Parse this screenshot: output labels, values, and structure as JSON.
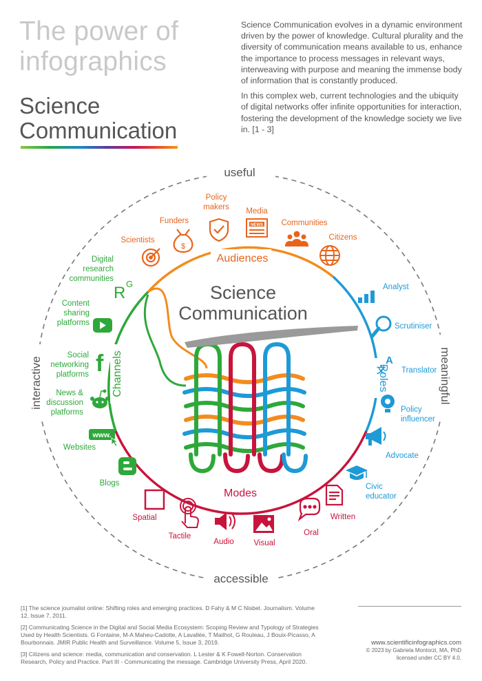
{
  "title": "The power of infographics",
  "subtitle": "Science Communication",
  "intro": [
    "Science Communication evolves in a dynamic environment driven by the power of knowledge. Cultural plurality and the diversity of communication means available to us, enhance the importance to process messages in relevant ways, interweaving with purpose and meaning the immense body of information that is constantly produced.",
    "In this complex web, current technologies and the ubiquity of digital networks offer infinite opportunities for interaction, fostering the development of the knowledge society we live in. [1 - 3]"
  ],
  "center": {
    "line1": "Science",
    "line2": "Communication"
  },
  "outer_words": {
    "top": "useful",
    "right": "meaningful",
    "bottom": "accessible",
    "left": "interactive"
  },
  "arcs": {
    "audiences": "Audiences",
    "roles": "Roles",
    "modes": "Modes",
    "channels": "Channels"
  },
  "audiences": [
    {
      "label": "Scientists",
      "icon": "target-icon"
    },
    {
      "label": "Funders",
      "icon": "money-bag-icon"
    },
    {
      "label": "Policy makers",
      "icon": "shield-check-icon"
    },
    {
      "label": "Media",
      "icon": "newspaper-icon"
    },
    {
      "label": "Communities",
      "icon": "people-group-icon"
    },
    {
      "label": "Citizens",
      "icon": "globe-icon"
    }
  ],
  "roles": [
    {
      "label": "Analyst",
      "icon": "bar-chart-icon"
    },
    {
      "label": "Scrutiniser",
      "icon": "magnifier-icon"
    },
    {
      "label": "Translator",
      "icon": "translate-icon"
    },
    {
      "label": "Policy influencer",
      "icon": "lightbulb-gear-icon"
    },
    {
      "label": "Advocate",
      "icon": "megaphone-icon"
    },
    {
      "label": "Civic educator",
      "icon": "graduation-cap-icon"
    }
  ],
  "modes": [
    {
      "label": "Spatial",
      "icon": "square-icon"
    },
    {
      "label": "Tactile",
      "icon": "touch-hand-icon"
    },
    {
      "label": "Audio",
      "icon": "speaker-icon"
    },
    {
      "label": "Visual",
      "icon": "image-icon"
    },
    {
      "label": "Oral",
      "icon": "speech-bubble-icon"
    },
    {
      "label": "Written",
      "icon": "document-icon"
    }
  ],
  "channels": [
    {
      "label": "Digital research communities",
      "icon": "researchgate-icon",
      "glyph": "R",
      "glyph_sup": "G"
    },
    {
      "label": "Content sharing platforms",
      "icon": "video-play-icon"
    },
    {
      "label": "Social networking platforms",
      "icon": "facebook-icon",
      "glyph": "f"
    },
    {
      "label": "News & discussion platforms",
      "icon": "reddit-icon"
    },
    {
      "label": "Websites",
      "icon": "www-icon",
      "glyph": "www."
    },
    {
      "label": "Blogs",
      "icon": "blogger-icon",
      "glyph": "B"
    }
  ],
  "colors": {
    "audiences": "#f28c1e",
    "audiences_text": "#e8641b",
    "roles": "#1e9ad6",
    "modes": "#c8143c",
    "channels": "#2ea83a",
    "title_light": "#c9c9c9",
    "needle": "#9a9a9a"
  },
  "references": [
    "[1] The science journalist online: Shifting roles and emerging practices. D Fahy & M C Nisbet. Journalism. Volume 12, Issue 7, 2011.",
    "[2] Communicating Science in the Digital and Social Media Ecosystem: Scoping Review and Typology of Strategies Used by Health Scientists. G Fontaine, M-A Maheu-Cadotte, A Lavallée, T Mailhot, G Rouleau, J Bouix-Picasso, A Bourbonnais. JMIR Public Health and Surveillance. Volume 5, Issue 3, 2019.",
    "[3] Citizens and science: media, communication and conservation. L Lester & K Fowell-Norton. Conservation Research, Policy and Practice. Part III - Communicating the message. Cambridge University Press, April 2020."
  ],
  "footer": {
    "url": "www.scientificinfographics.com",
    "copyright": "© 2023 by Gabriela Montorzi, MA, PhD",
    "license": "licensed under CC BY 4.0."
  }
}
